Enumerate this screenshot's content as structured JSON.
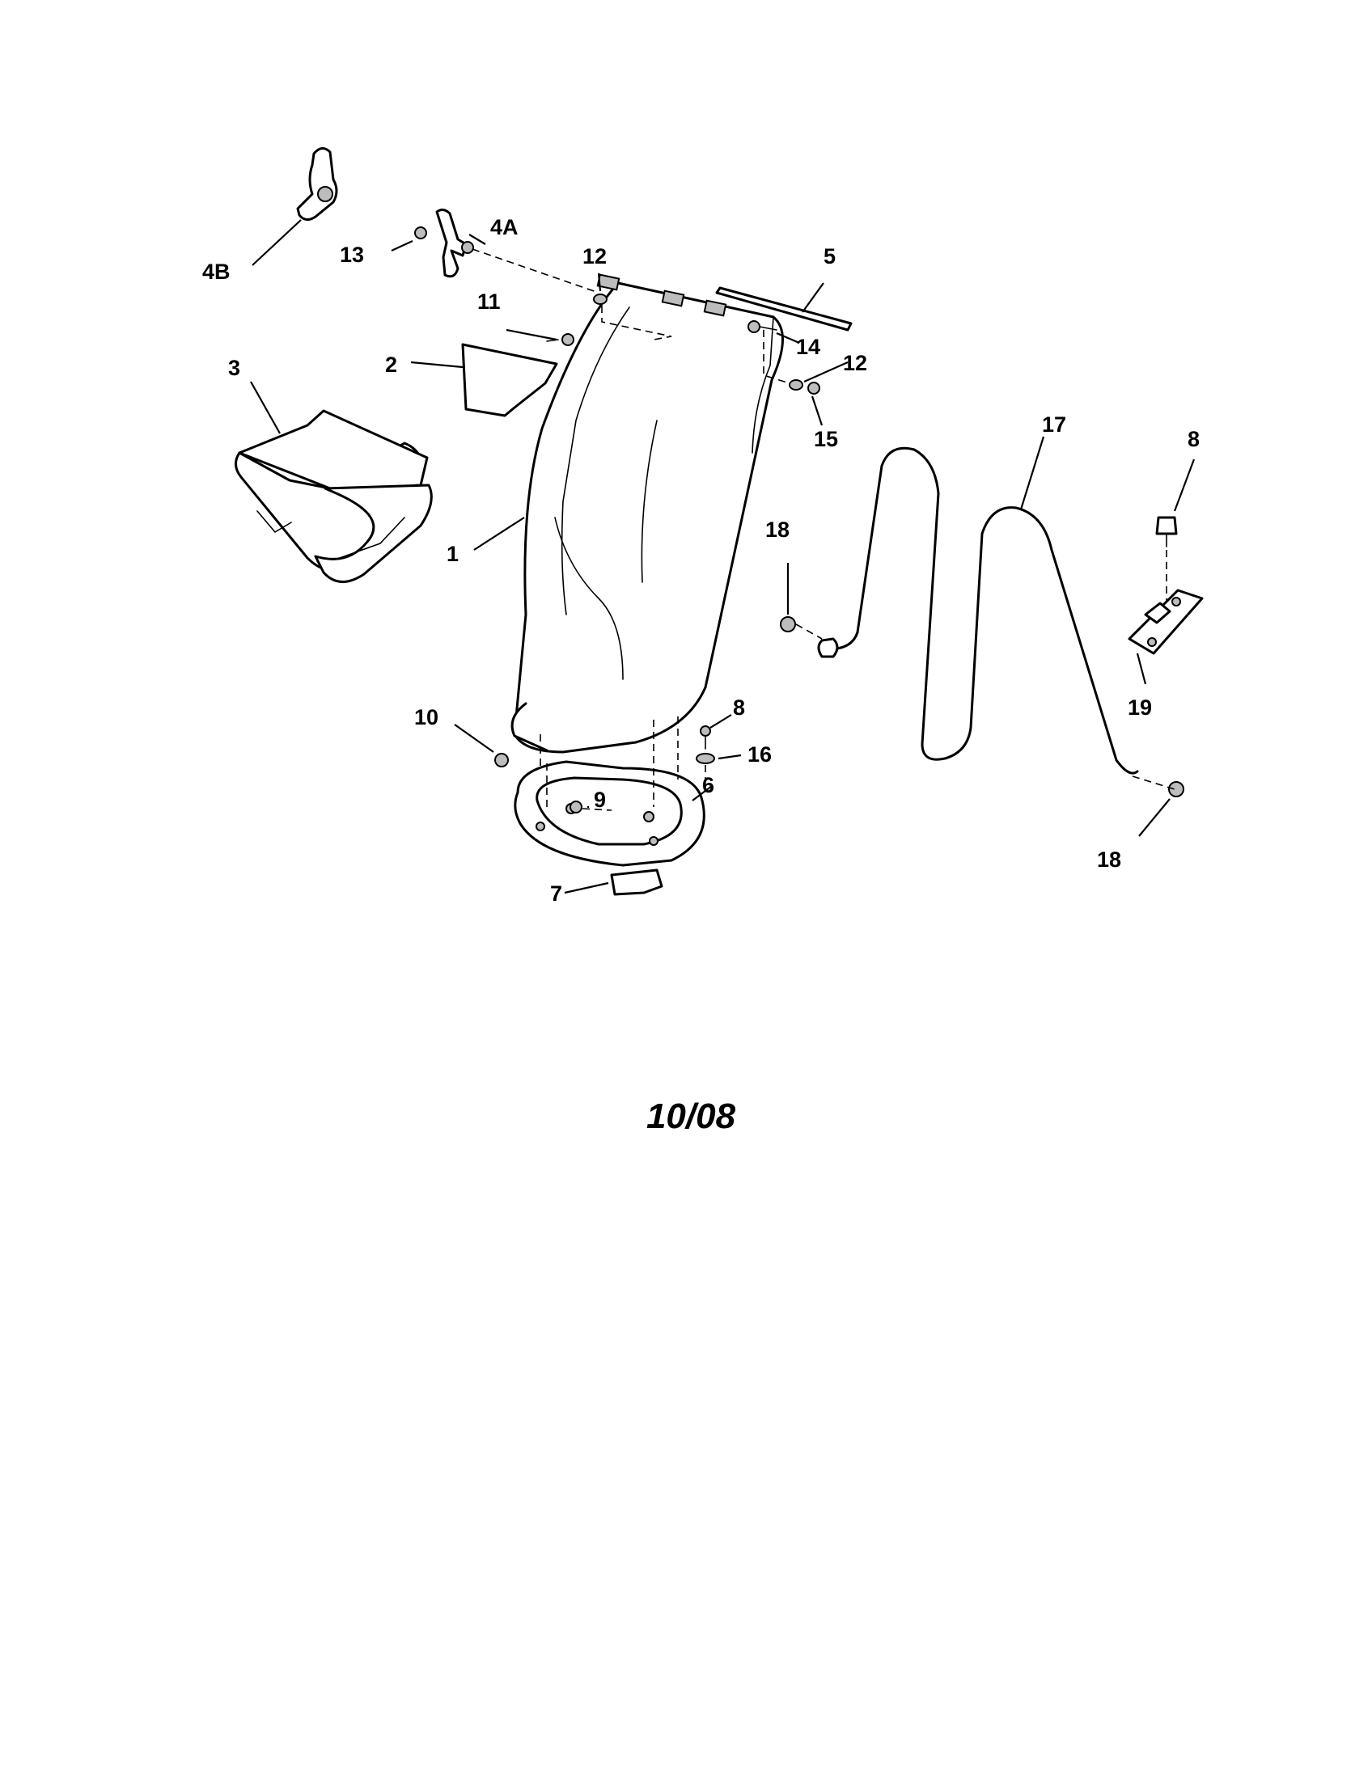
{
  "diagram": {
    "date_code": "10/08",
    "part_labels": {
      "p1": "1",
      "p2": "2",
      "p3": "3",
      "p4a": "4A",
      "p4b": "4B",
      "p5": "5",
      "p6": "6",
      "p7": "7",
      "p8a": "8",
      "p8b": "8",
      "p9": "9",
      "p10": "10",
      "p11": "11",
      "p12a": "12",
      "p12b": "12",
      "p13": "13",
      "p14": "14",
      "p15": "15",
      "p16": "16",
      "p17": "17",
      "p18a": "18",
      "p18b": "18",
      "p19": "19"
    }
  }
}
